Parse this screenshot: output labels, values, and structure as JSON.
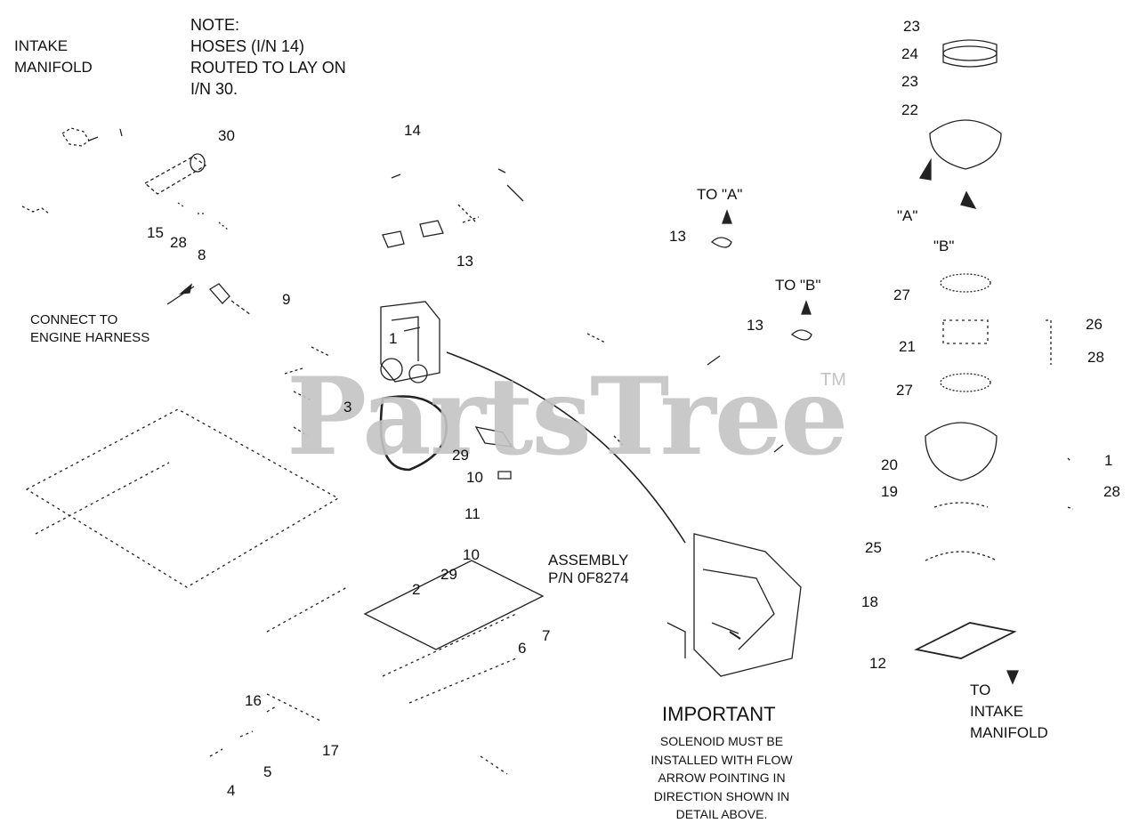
{
  "notes": {
    "intake_manifold": "INTAKE\nMANIFOLD",
    "hoses_note": "NOTE:\nHOSES (I/N 14)\nROUTED TO LAY ON\nI/N 30.",
    "connect_engine_harness": "CONNECT TO\nENGINE HARNESS",
    "to_a": "TO \"A\"",
    "to_b": "TO \"B\"",
    "detail_a": "\"A\"",
    "detail_b": "\"B\"",
    "assembly": "ASSEMBLY\nP/N 0F8274",
    "to_intake_manifold": "TO\nINTAKE\nMANIFOLD"
  },
  "important": {
    "title": "IMPORTANT",
    "body": "SOLENOID MUST BE\nINSTALLED WITH FLOW\nARROW POINTING IN\nDIRECTION SHOWN IN\nDETAIL ABOVE."
  },
  "watermark": {
    "text": "PartsTree",
    "trademark": "TM"
  },
  "callouts": [
    "30",
    "14",
    "15",
    "28",
    "8",
    "13",
    "9",
    "1",
    "3",
    "29",
    "10",
    "11",
    "10",
    "29",
    "2",
    "7",
    "6",
    "16",
    "17",
    "5",
    "4",
    "13",
    "13",
    "23",
    "24",
    "23",
    "22",
    "27",
    "21",
    "27",
    "26",
    "28",
    "20",
    "1",
    "19",
    "28",
    "25",
    "18",
    "12"
  ]
}
